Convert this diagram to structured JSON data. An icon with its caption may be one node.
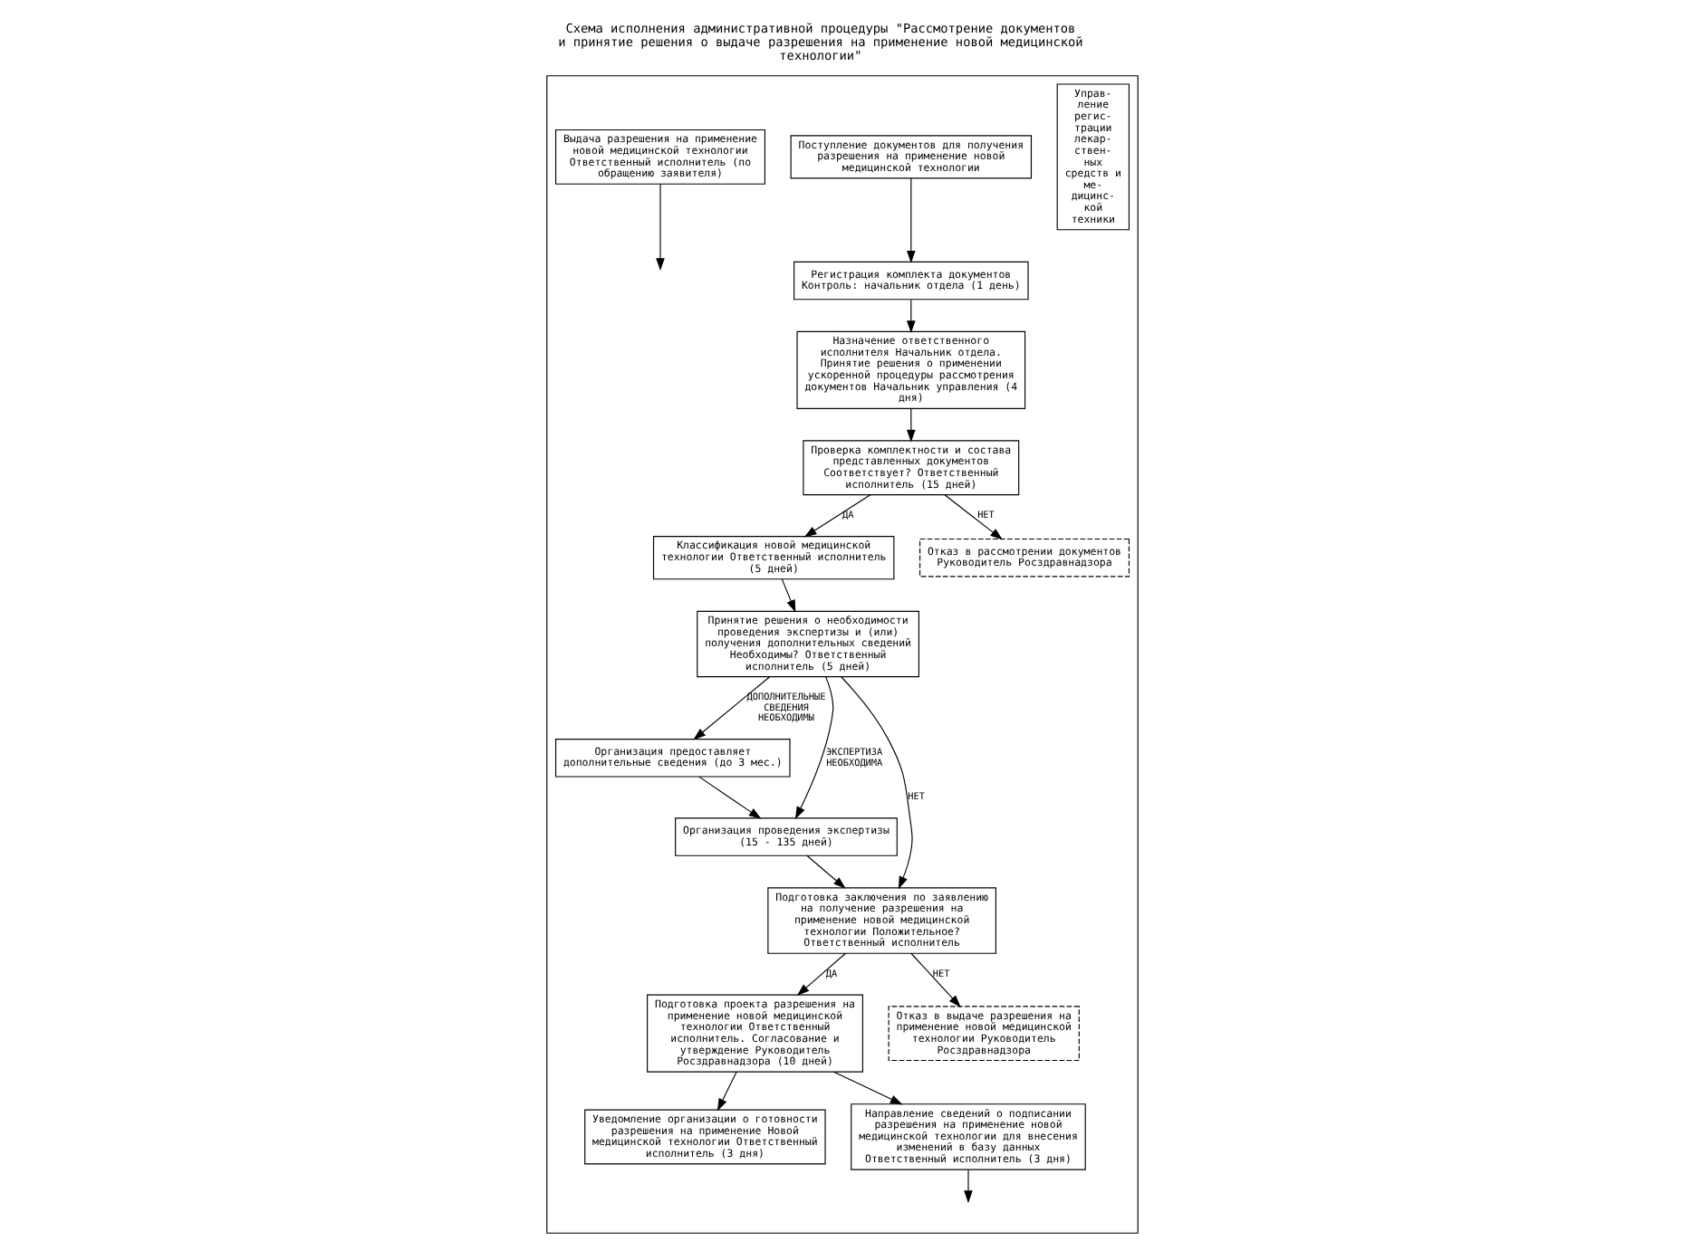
{
  "diagram": {
    "title": "Схема исполнения административной процедуры \"Рассмотрение документов и принятие решения о выдаче разрешения на применение новой медицинской технологии\"",
    "nodes": [
      {
        "text": [
          "Управ- ление регис- трации лекар- ствен- ных средств и ме- дицинс- кой техники"
        ]
      },
      {
        "text": [
          "Поступление документов для получения разрешения на применение новой медицинской технологии"
        ],
        "in": 0
      },
      {
        "text": [
          "Регистрация комплекта документов Контроль: начальник отдела (1 день)"
        ],
        "in": 0
      },
      {
        "text": [
          "Организация предоставляет дополнительные сведения (до 3 мес.)"
        ],
        "in": 0
      },
      {
        "text": [
          "Организация проведения экспертизы (15 - 135 дней)"
        ],
        "in": 0
      },
      {
        "text": [
          "Подготовка проекта разрешения на применение новой медицинской технологии Ответственный исполнитель. Согласование и утверждение Руководитель Росздравнадзора (10 дней)"
        ],
        "in": 0
      },
      {
        "text": [
          "Уведомление организации о готовности разрешения на применение Новой медицинской технологии Ответственный исполнитель (3 дня)"
        ],
        "in": 0
      },
      {
        "text": [
          "Выдача разрешения на применение новой медицинской технологии Ответственный исполнитель (по обращению заявителя)"
        ],
        "in": 0
      },
      {
        "text": [
          "Назначение ответственного исполнителя Начальник отдела. Принятие решения о применении ускоренной процедуры рассмотрения документов Начальник управления (4 дня)"
        ],
        "in": 0
      },
      {
        "text": [
          "Проверка комплектности и состава представленных документов Соответствует? Ответственный исполнитель (15 дней)"
        ],
        "in": 0
      },
      {
        "text": [
          "Принятие решения о необходимости проведения экспертизы и (или) получения дополнительных сведений Необходимы? Ответственный исполнитель (5 дней)"
        ],
        "in": 0
      },
      {
        "text": [
          "Подготовка заключения по заявлению на получение разрешения на применение новой медицинской технологии Положительное? Ответственный исполнитель"
        ],
        "in": 0
      },
      {
        "text": [
          "Направление сведений о подписании разрешения на применение новой медицинской технологии для внесения изменений в базу данных Ответственный исполнитель (3 дня)"
        ],
        "in": 0
      },
      {
        "text": [
          "Классификация новой медицинской технологии Ответственный исполнитель (5 дней)"
        ],
        "in": 0
      },
      {
        "text": [
          "Отказ в рассмотрении документов Руководитель Росздравнадзора"
        ],
        "in": 0
      },
      {
        "text": [
          "Отказ в выдаче разрешения на применение новой медицинской технологии Руководитель Росздравнадзора"
        ],
        "in": 0
      }
    ],
    "edges": [
      {
        "from": 1,
        "to": 2,
        "arrow": "to"
      },
      {
        "from": 2,
        "to": 8,
        "arrow": "to"
      },
      {
        "from": 3,
        "to": 4,
        "arrow": "to"
      },
      {
        "from": 4,
        "to": 11,
        "arrow": "to"
      },
      {
        "from": 5,
        "to": 6,
        "arrow": "to"
      },
      {
        "from": 7,
        "to": null,
        "arrow": "to"
      },
      {
        "from": 8,
        "to": 9,
        "arrow": "to"
      },
      {
        "from": 9,
        "to": 14,
        "arrow": "to",
        "label": "НЕТ"
      },
      {
        "from": 9,
        "to": 13,
        "arrow": "to",
        "label": "ДА"
      },
      {
        "from": 13,
        "to": 10,
        "arrow": "to"
      },
      {
        "from": 10,
        "to": 3,
        "arrow": "to",
        "label": "ДОПОЛНИТЕЛЬНЫЕ СВЕДЕНИЯ НЕОБХОДИМЫ"
      },
      {
        "from": 10,
        "to": 4,
        "arrow": "to",
        "label": "ЭКСПЕРТИЗА НЕОБХОДИМА"
      },
      {
        "from": 10,
        "to": 11,
        "arrow": "to",
        "label": "НЕТ"
      },
      {
        "from": 11,
        "to": 5,
        "arrow": "to",
        "label": "ДА"
      },
      {
        "from": 11,
        "to": 15,
        "arrow": "to",
        "label": "НЕТ"
      },
      {
        "from": 5,
        "to": 12,
        "arrow": "to"
      },
      {
        "from": 12,
        "to": null,
        "arrow": "to"
      }
    ]
  }
}
